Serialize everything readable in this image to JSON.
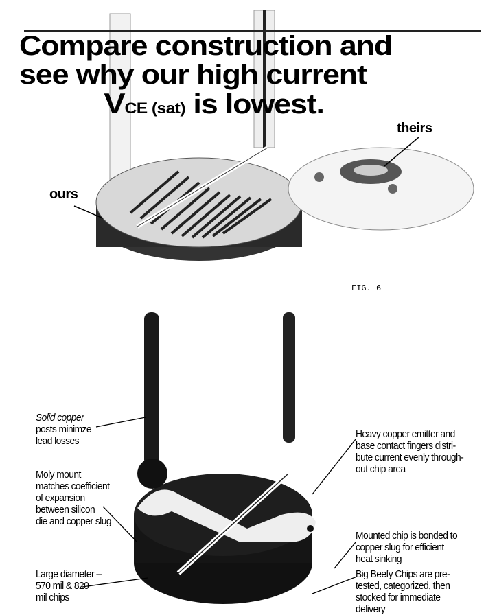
{
  "headline": {
    "line1": "Compare construction and",
    "line2": "see why our high current",
    "line3_v": "V",
    "line3_sub": "CE (sat)",
    "line3_rest": " is lowest."
  },
  "top_figure": {
    "label_theirs": "theirs",
    "label_ours": "ours",
    "figure_label": "FIG. 6"
  },
  "bottom_figure": {
    "callouts": [
      {
        "lines": [
          "Solid copper",
          "posts minimze",
          "lead losses"
        ]
      },
      {
        "lines": [
          "Moly mount",
          "matches coefficient",
          "of expansion",
          "between silicon",
          "die and copper slug"
        ]
      },
      {
        "lines": [
          "Large diameter –",
          "570 mil & 820",
          "mil chips"
        ]
      },
      {
        "lines": [
          "Heavy copper emitter and",
          "base contact fingers distri-",
          "bute current evenly through-",
          "out chip area"
        ]
      },
      {
        "lines": [
          "Mounted chip is bonded to",
          "copper slug for efficient",
          "heat sinking"
        ]
      },
      {
        "lines": [
          "Big Beefy Chips are pre-",
          "tested, categorized, then",
          "stocked for immediate",
          "delivery"
        ]
      }
    ]
  }
}
